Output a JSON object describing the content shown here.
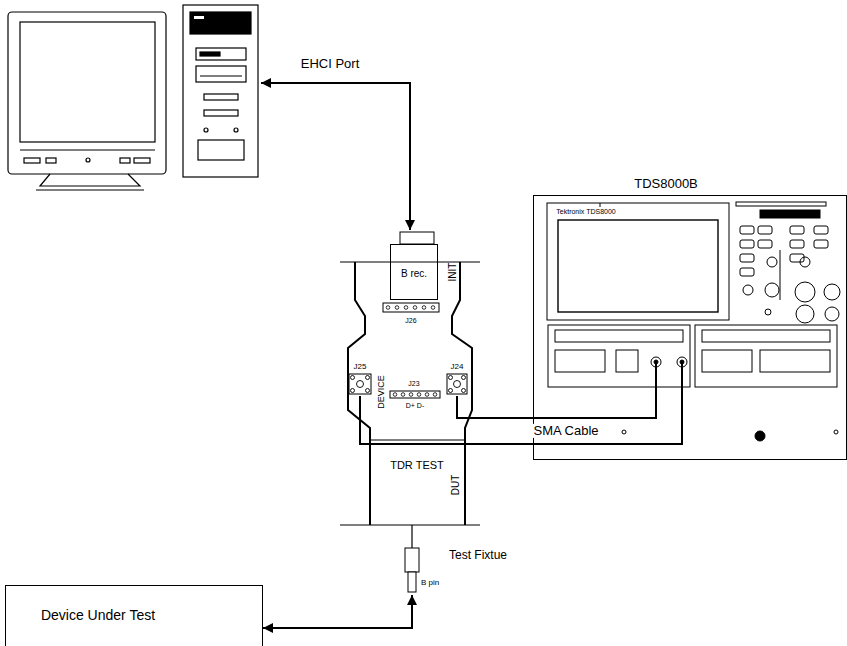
{
  "diagram": {
    "nodes": [
      {
        "text": [
          "INIT",
          "DEVICE",
          "TDR TEST",
          "DUT"
        ]
      },
      {
        "text": [
          "B rec."
        ],
        "in": 0
      },
      {
        "text": [
          "J25"
        ],
        "in": 0
      },
      {
        "text": [
          "J24"
        ],
        "in": 0
      },
      {
        "text": [
          "TDS8000B",
          "Tektronix TDS8000"
        ]
      },
      {
        "text": [
          "Device Under Test"
        ]
      }
    ],
    "edges": [
      {
        "from": 0,
        "to": 5,
        "arrow": "both"
      },
      {
        "from": 2,
        "to": 4,
        "arrow": "none",
        "label": "SMA Cable"
      },
      {
        "from": 3,
        "to": 4,
        "arrow": "none"
      }
    ],
    "labels": [
      "EHCI Port",
      "J26",
      "J23",
      "D+ D-",
      "B pin",
      "Test Fixtue"
    ]
  }
}
